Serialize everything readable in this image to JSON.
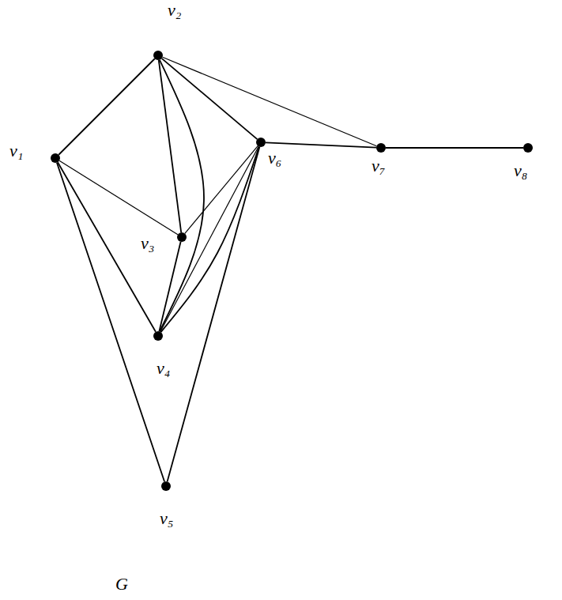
{
  "diagram": {
    "nodes": [
      {
        "text": [
          "v₁"
        ]
      },
      {
        "text": [
          "v₂"
        ]
      },
      {
        "text": [
          "v₃"
        ]
      },
      {
        "text": [
          "v₄"
        ]
      },
      {
        "text": [
          "v₅"
        ]
      },
      {
        "text": [
          "v₆"
        ]
      },
      {
        "text": [
          "v₇"
        ]
      },
      {
        "text": [
          "v₈"
        ]
      }
    ],
    "edges": [
      {
        "from": 0,
        "to": 1,
        "arrow": "none"
      },
      {
        "from": 0,
        "to": 2,
        "arrow": "none"
      },
      {
        "from": 0,
        "to": 3,
        "arrow": "none"
      },
      {
        "from": 0,
        "to": 4,
        "arrow": "none"
      },
      {
        "from": 1,
        "to": 2,
        "arrow": "none"
      },
      {
        "from": 1,
        "to": 3,
        "arrow": "none"
      },
      {
        "from": 1,
        "to": 5,
        "arrow": "none"
      },
      {
        "from": 1,
        "to": 6,
        "arrow": "none"
      },
      {
        "from": 2,
        "to": 5,
        "arrow": "none"
      },
      {
        "from": 2,
        "to": 3,
        "arrow": "none"
      },
      {
        "from": 3,
        "to": 5,
        "arrow": "none"
      },
      {
        "from": 3,
        "to": 5,
        "arrow": "none"
      },
      {
        "from": 4,
        "to": 5,
        "arrow": "none"
      },
      {
        "from": 5,
        "to": 6,
        "arrow": "none"
      },
      {
        "from": 6,
        "to": 7,
        "arrow": "none"
      }
    ],
    "labels": [
      "G"
    ]
  }
}
